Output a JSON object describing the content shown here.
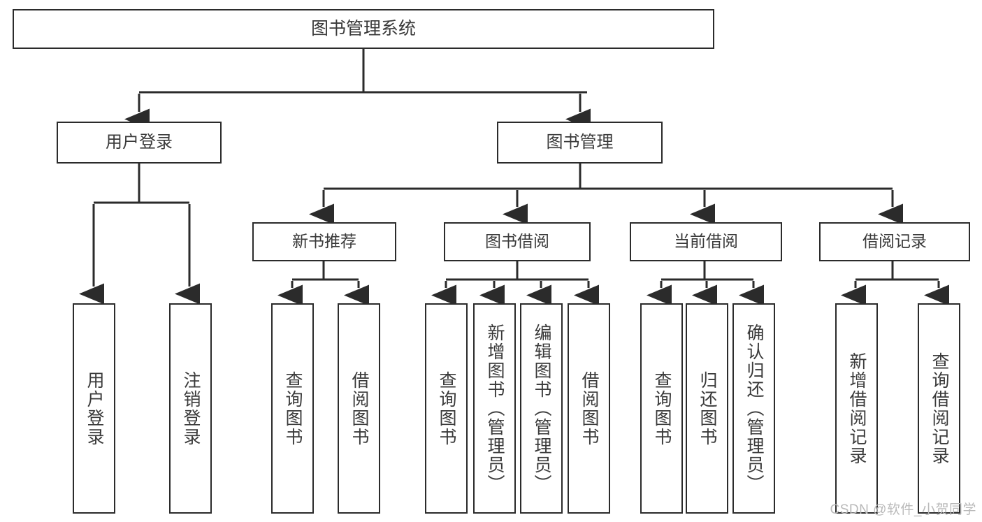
{
  "diagram": {
    "title": "图书管理系统",
    "type": "tree-hierarchy",
    "orientation": "top-down",
    "colors": {
      "box_border": "#2b2b2b",
      "box_fill": "#ffffff",
      "connector": "#2b2b2b",
      "text": "#3a3a3a",
      "watermark": "#b9b9b9",
      "background": "#ffffff"
    },
    "watermark": "CSDN @软件_小贺同学",
    "nodes": {
      "root": {
        "label": "图书管理系统",
        "level": 0
      },
      "level2": [
        {
          "id": "user-login",
          "label": "用户登录"
        },
        {
          "id": "book-manage",
          "label": "图书管理"
        }
      ],
      "level3": [
        {
          "id": "new-book-recommend",
          "label": "新书推荐",
          "parent": "book-manage"
        },
        {
          "id": "book-borrow",
          "label": "图书借阅",
          "parent": "book-manage"
        },
        {
          "id": "current-borrow",
          "label": "当前借阅",
          "parent": "book-manage"
        },
        {
          "id": "borrow-record",
          "label": "借阅记录",
          "parent": "book-manage"
        }
      ],
      "leaves": [
        {
          "id": "leaf-user-login",
          "label": "用户登录",
          "parent": "user-login"
        },
        {
          "id": "leaf-logout-login",
          "label": "注销登录",
          "parent": "user-login"
        },
        {
          "id": "leaf-query-book-1",
          "label": "查询图书",
          "parent": "new-book-recommend"
        },
        {
          "id": "leaf-borrow-book-1",
          "label": "借阅图书",
          "parent": "new-book-recommend"
        },
        {
          "id": "leaf-query-book-2",
          "label": "查询图书",
          "parent": "book-borrow"
        },
        {
          "id": "leaf-add-book-admin",
          "label": "新增图书（管理员）",
          "parent": "book-borrow"
        },
        {
          "id": "leaf-edit-book-admin",
          "label": "编辑图书（管理员）",
          "parent": "book-borrow"
        },
        {
          "id": "leaf-borrow-book-2",
          "label": "借阅图书",
          "parent": "book-borrow"
        },
        {
          "id": "leaf-query-book-3",
          "label": "查询图书",
          "parent": "current-borrow"
        },
        {
          "id": "leaf-return-book",
          "label": "归还图书",
          "parent": "current-borrow"
        },
        {
          "id": "leaf-confirm-return-admin",
          "label": "确认归还（管理员）",
          "parent": "current-borrow"
        },
        {
          "id": "leaf-add-borrow-record",
          "label": "新增借阅记录",
          "parent": "borrow-record"
        },
        {
          "id": "leaf-query-borrow-record",
          "label": "查询借阅记录",
          "parent": "borrow-record"
        }
      ]
    }
  }
}
